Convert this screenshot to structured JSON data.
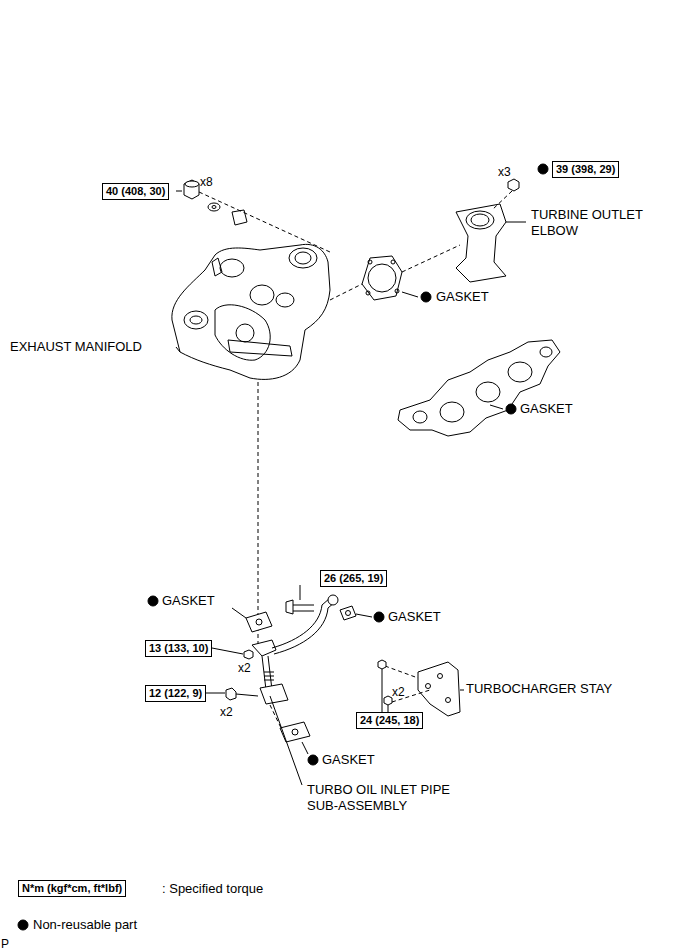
{
  "diagram": {
    "nodes": [
      {
        "text": [
          "40 (408, 30)"
        ]
      },
      {
        "text": [
          "39 (398, 29)"
        ]
      },
      {
        "text": [
          "26 (265, 19)"
        ]
      },
      {
        "text": [
          "13 (133, 10)"
        ]
      },
      {
        "text": [
          "12 (122, 9)"
        ]
      },
      {
        "text": [
          "24 (245, 18)"
        ]
      },
      {
        "text": [
          "N*m (kgf*cm, ft*lbf)"
        ]
      }
    ],
    "labels": [
      "x8",
      "x3",
      "TURBINE OUTLET ELBOW",
      "GASKET",
      "EXHAUST MANIFOLD",
      "GASKET",
      "GASKET",
      "GASKET",
      "x2",
      "x2",
      "TURBOCHARGER STAY",
      "x2",
      "GASKET",
      "TURBO OIL INLET PIPE SUB-ASSEMBLY",
      "P"
    ],
    "legend": [
      {
        "text": ": Specified torque"
      },
      {
        "text": "Non-reusable part"
      }
    ]
  }
}
